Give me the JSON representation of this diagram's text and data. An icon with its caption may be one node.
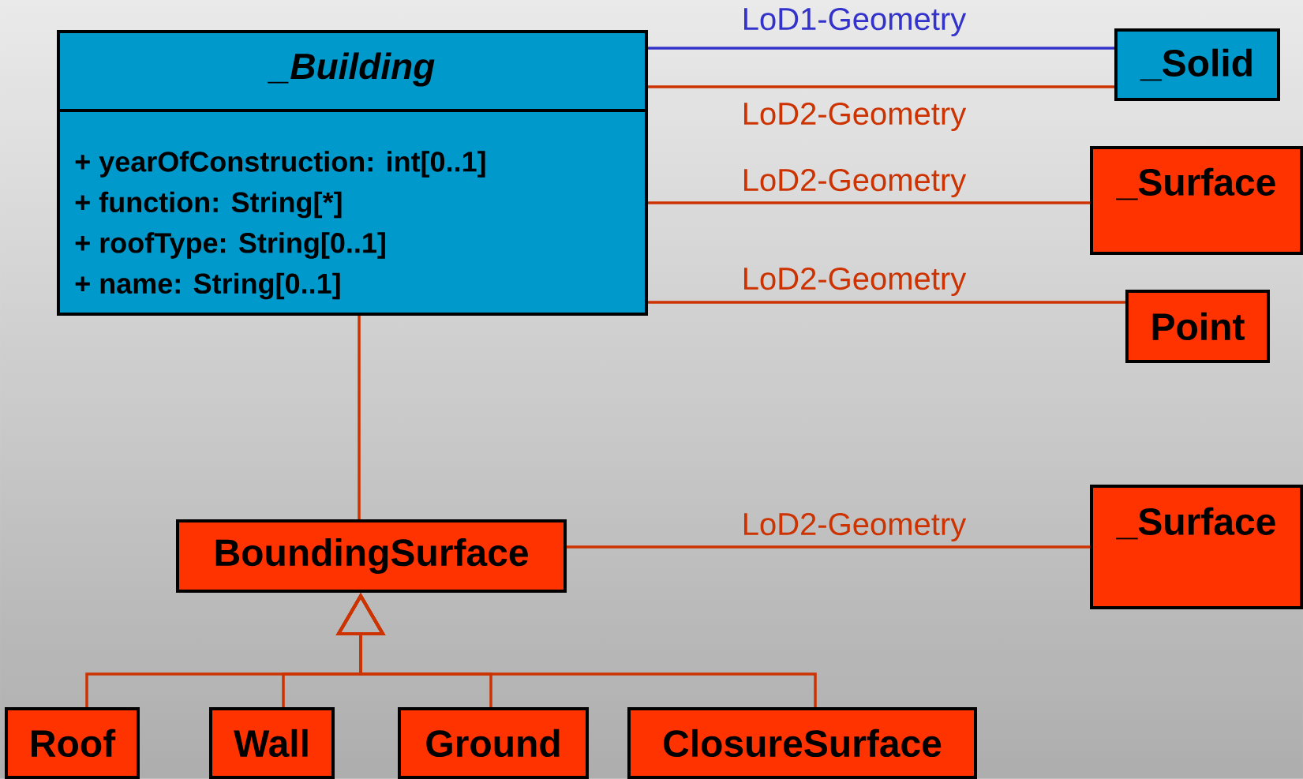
{
  "diagram": {
    "nodes": [
      {
        "text": [
          "_Building",
          "+ yearOfConstruction: int[0..1]",
          "+ function: String[*]",
          "+ roofType: String[0..1]",
          "+ name: String[0..1]"
        ]
      },
      {
        "text": [
          "_Solid"
        ]
      },
      {
        "text": [
          "_Surface"
        ]
      },
      {
        "text": [
          "Point"
        ]
      },
      {
        "text": [
          "BoundingSurface"
        ]
      },
      {
        "text": [
          "_Surface"
        ]
      },
      {
        "text": [
          "Roof"
        ]
      },
      {
        "text": [
          "Wall"
        ]
      },
      {
        "text": [
          "Ground"
        ]
      },
      {
        "text": [
          "ClosureSurface"
        ]
      }
    ],
    "edges": [
      {
        "from": 0,
        "to": 1,
        "arrow": "none",
        "label": "LoD1-Geometry",
        "color": "#3333cc"
      },
      {
        "from": 0,
        "to": 1,
        "arrow": "none",
        "label": "LoD2-Geometry"
      },
      {
        "from": 0,
        "to": 2,
        "arrow": "none",
        "label": "LoD2-Geometry"
      },
      {
        "from": 0,
        "to": 3,
        "arrow": "none",
        "label": "LoD2-Geometry"
      },
      {
        "from": 4,
        "to": 0,
        "arrow": "none"
      },
      {
        "from": 4,
        "to": 5,
        "arrow": "none",
        "label": "LoD2-Geometry"
      },
      {
        "from": 6,
        "to": 4,
        "arrow": "to"
      },
      {
        "from": 7,
        "to": 4,
        "arrow": "to"
      },
      {
        "from": 8,
        "to": 4,
        "arrow": "to"
      },
      {
        "from": 9,
        "to": 4,
        "arrow": "to"
      }
    ]
  }
}
